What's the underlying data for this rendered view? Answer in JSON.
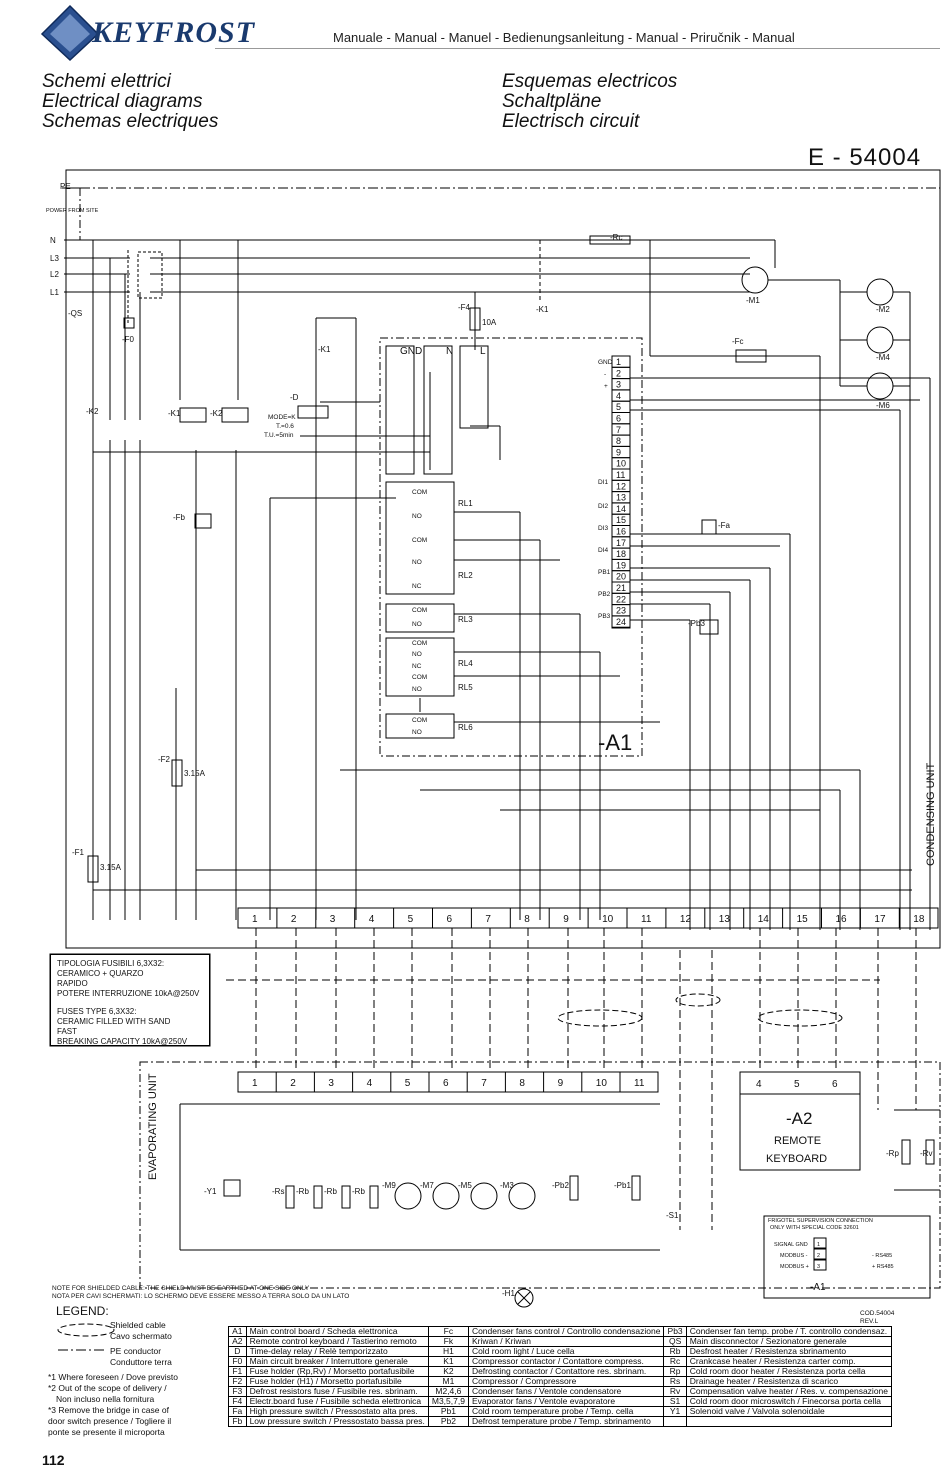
{
  "header": {
    "logo_text": "KEYFROST",
    "manual_line": "Manuale - Manual - Manuel - Bedienungsanleitung - Manual - Priručnik - Manual",
    "titles_left": [
      "Schemi elettrici",
      "Electrical diagrams",
      "Schemas electriques"
    ],
    "titles_right": [
      "Esquemas electricos",
      "Schaltpläne",
      "Electrisch circuit"
    ],
    "diagram_code": "E - 54004"
  },
  "diagram": {
    "supply_labels": [
      "PE",
      "N",
      "L3",
      "L2",
      "L1"
    ],
    "power_from_site": "POWER FROM SITE",
    "components": {
      "qs": "-QS",
      "f0": "-F0",
      "f4": "-F4",
      "f4_rating": "10A",
      "k1": "-K1",
      "k2": "-K2",
      "rc": "-Rc",
      "m1": "-M1",
      "m2": "-M2",
      "m4": "-M4",
      "m6": "-M6",
      "fc": "-Fc",
      "fb": "-Fb",
      "fa": "-Fa",
      "pb3": "-Pb3",
      "a1": "-A1",
      "f2": "-F2",
      "f2_rating": "3.15A",
      "f1": "-F1",
      "f1_rating": "3.15A",
      "d": "-D",
      "d_settings": [
        "MODE=K",
        "T.=0.6",
        "T.U.=5min"
      ],
      "condensing_unit": "CONDENSING UNIT",
      "evaporating_unit": "EVAPORATING UNIT",
      "a2": "-A2",
      "a2_desc": [
        "REMOTE",
        "KEYBOARD"
      ],
      "h1": "-H1",
      "s1": "-S1",
      "y1": "-Y1",
      "rs": "-Rs",
      "rb": "-Rb",
      "m9": "-M9",
      "m7": "-M7",
      "m5": "-M5",
      "m3": "-M3",
      "pb2": "-Pb2",
      "pb1": "-Pb1",
      "rp": "-Rp",
      "rv": "-Rv"
    },
    "controller_labels": [
      "GND",
      "N",
      "L"
    ],
    "relay_labels": [
      "RL1",
      "RL2",
      "RL3",
      "RL4",
      "RL5",
      "RL6"
    ],
    "relay_pins": [
      "COM",
      "NO",
      "COM",
      "NO",
      "NC",
      "COM",
      "NO",
      "COM",
      "NO",
      "NC",
      "COM",
      "NO",
      "COM",
      "NO"
    ],
    "rs485_terms": [
      "GND",
      "-",
      "+"
    ],
    "right_terms": [
      "1",
      "2",
      "3",
      "4",
      "5",
      "6",
      "7",
      "8",
      "9",
      "10",
      "11",
      "12",
      "13",
      "14",
      "15",
      "16",
      "17",
      "18",
      "19",
      "20",
      "21",
      "22",
      "23",
      "24"
    ],
    "input_labels": [
      "DI1",
      "DI2",
      "DI3",
      "DI4",
      "PB1",
      "PB2",
      "PB3"
    ],
    "terminals_top": [
      "1",
      "2",
      "3",
      "4",
      "5",
      "6",
      "7",
      "8",
      "9",
      "10",
      "11",
      "12",
      "13",
      "14",
      "15",
      "16",
      "17",
      "18"
    ],
    "terminals_evap": [
      "1",
      "2",
      "3",
      "4",
      "5",
      "6",
      "7",
      "8",
      "9",
      "10",
      "11"
    ],
    "terminals_a2": [
      "4",
      "5",
      "6"
    ],
    "supervision": {
      "title": [
        "FRIGOTEL SUPERVISION CONNECTION",
        "ONLY WITH SPECIAL CODE 32601"
      ],
      "rows": [
        {
          "label": "SIGNAL GND",
          "num": "1",
          "right": ""
        },
        {
          "label": "MODBUS -",
          "num": "2",
          "right": "- RS485"
        },
        {
          "label": "MODBUS +",
          "num": "3",
          "right": "+ RS485"
        }
      ],
      "unit": "-A1"
    }
  },
  "fuse_info": {
    "lines_it": [
      "TIPOLOGIA FUSIBILI 6,3X32:",
      "CERAMICO + QUARZO",
      "RAPIDO",
      "POTERE INTERRUZIONE 10kA@250V"
    ],
    "lines_en": [
      "FUSES TYPE 6,3X32:",
      "CERAMIC FILLED WITH SAND",
      "FAST",
      "BREAKING CAPACITY 10kA@250V"
    ]
  },
  "shield_notes": [
    "NOTE FOR SHIELDED CABLE: THE SHIELD MUST BE EARTHED AT ONE SIDE ONLY",
    "NOTA PER CAVI SCHERMATI: LO SCHERMO DEVE ESSERE MESSO A TERRA SOLO DA UN LATO"
  ],
  "legend": {
    "title": "LEGEND:",
    "shielded": [
      "Shielded cable",
      "Cavo schermato"
    ],
    "pe": [
      "PE conductor",
      "Conduttore terra"
    ],
    "footnotes": [
      "*1 Where foreseen  / Dove previsto",
      "*2 Out of the scope of delivery /",
      "Non incluso nella fornitura",
      "*3 Remove the bridge in case of",
      "door switch presence / Togliere il",
      "ponte se presente il microporta"
    ],
    "cod": [
      "COD.54004",
      "REV.L"
    ],
    "table": [
      [
        "A1",
        "Main control board / Scheda elettronica",
        "Fc",
        "Condenser fans control / Controllo condensazione",
        "Pb3",
        "Condenser fan temp. probe / T. controllo condensaz."
      ],
      [
        "A2",
        "Remote control keyboard / Tastierino remoto",
        "Fk",
        "Kriwan / Kriwan",
        "QS",
        "Main disconnector / Sezionatore generale"
      ],
      [
        "D",
        "Time-delay relay / Relè temporizzato",
        "H1",
        "Cold room light / Luce cella",
        "Rb",
        "Desfrost heater / Resistenza sbrinamento"
      ],
      [
        "F0",
        "Main circuit breaker / Interruttore generale",
        "K1",
        "Compressor contactor / Contattore compress.",
        "Rc",
        "Crankcase heater / Resistenza carter comp."
      ],
      [
        "F1",
        "Fuse holder (Rp,Rv) / Morsetto portafusibile",
        "K2",
        "Defrosting contactor / Contattore res. sbrinam.",
        "Rp",
        "Cold room door heater / Resistenza porta cella"
      ],
      [
        "F2",
        "Fuse holder (H1) / Morsetto portafusibile",
        "M1",
        "Compressor / Compressore",
        "Rs",
        "Drainage heater / Resistenza di scarico"
      ],
      [
        "F3",
        "Defrost resistors fuse / Fusibile res. sbrinam.",
        "M2,4,6",
        "Condenser fans / Ventole condensatore",
        "Rv",
        "Compensation valve heater / Res. v. compensazione"
      ],
      [
        "F4",
        "Electr.board fuse / Fusibile scheda elettronica",
        "M3,5,7,9",
        "Evaporator fans / Ventole evaporatore",
        "S1",
        "Cold room door microswitch / Finecorsa porta cella"
      ],
      [
        "Fa",
        "High pressure switch / Pressostato alta pres.",
        "Pb1",
        "Cold room temperature probe / Temp. cella",
        "Y1",
        "Solenoid valve / Valvola solenoidale"
      ],
      [
        "Fb",
        "Low pressure switch / Pressostato bassa pres.",
        "Pb2",
        "Defrost temperature probe / Temp. sbrinamento",
        "",
        ""
      ]
    ]
  },
  "page_number": "112"
}
